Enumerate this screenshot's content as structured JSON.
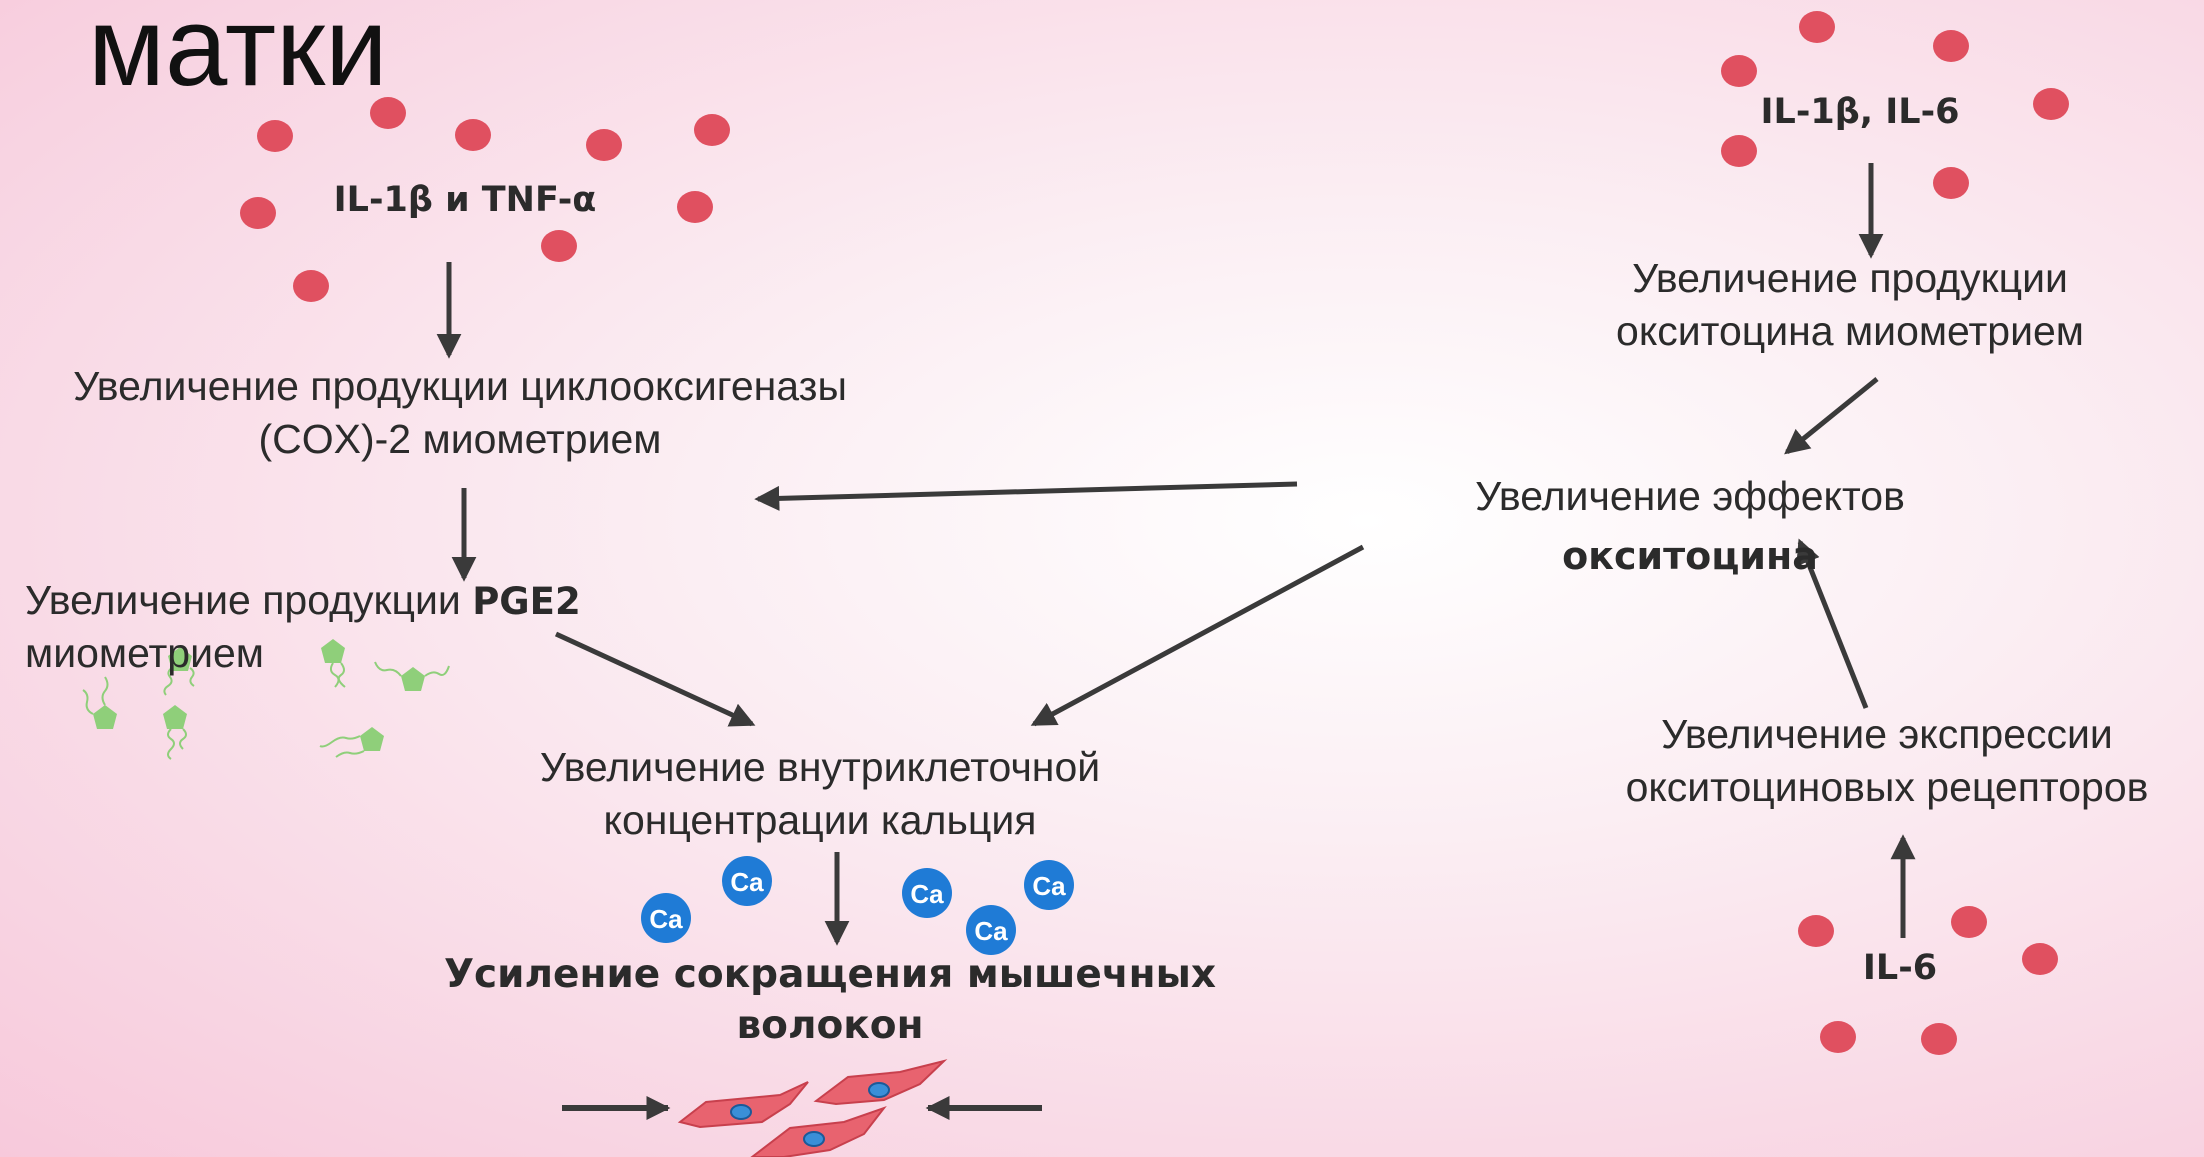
{
  "title": "матки",
  "left": {
    "cytokines": "IL-1β и TNF-α",
    "cox": "Увеличение продукции циклооксигеназы (COX)-2 миометрием",
    "pge2_prefix": "Увеличение продукции ",
    "pge2_bold": "PGE2",
    "pge2_suffix": "миометрием"
  },
  "center": {
    "calcium": "Увеличение внутриклеточной концентрации кальция",
    "ca_label": "Ca",
    "contraction": "Усиление сокращения мышечных волокон"
  },
  "right": {
    "top_cytokines": "IL-1β, IL-6",
    "oxytocin_production": "Увеличение продукции окситоцина миометрием",
    "effects_prefix": "Увеличение эффектов",
    "effects_bold": "окситоцина",
    "receptors": "Увеличение экспрессии окситоциновых рецепторов",
    "bottom_cytokine": "IL-6"
  },
  "colors": {
    "cytokine_dot": "#e05060",
    "calcium_ion": "#1f7bd6",
    "pge2_molecule": "#8fcf7a",
    "muscle_cell": "#e8636f",
    "arrow": "#3a3a3a"
  }
}
